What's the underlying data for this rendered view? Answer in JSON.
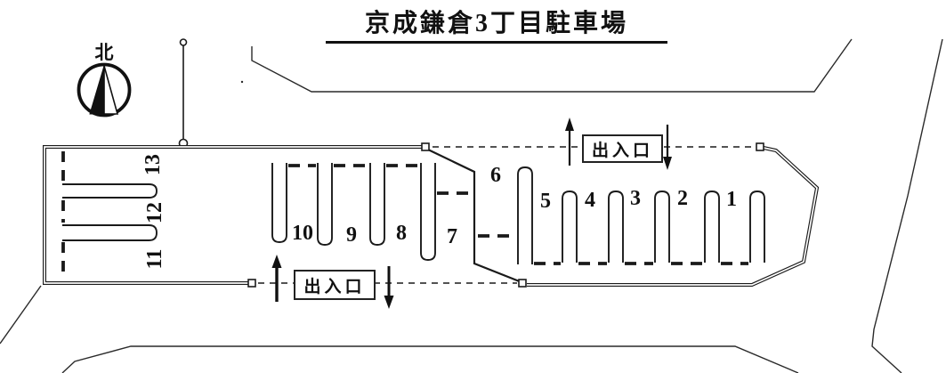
{
  "title": "京成鎌倉3丁目駐車場",
  "compass": {
    "label": "北"
  },
  "entrances": {
    "top": {
      "label": "出入口"
    },
    "bottom": {
      "label": "出入口"
    }
  },
  "spots": [
    {
      "label": "1"
    },
    {
      "label": "2"
    },
    {
      "label": "3"
    },
    {
      "label": "4"
    },
    {
      "label": "5"
    },
    {
      "label": "6"
    },
    {
      "label": "7"
    },
    {
      "label": "8"
    },
    {
      "label": "9"
    },
    {
      "label": "10"
    },
    {
      "label": "11"
    },
    {
      "label": "12"
    },
    {
      "label": "13"
    }
  ],
  "colors": {
    "line": "#1a1a1a",
    "background": "#ffffff"
  }
}
